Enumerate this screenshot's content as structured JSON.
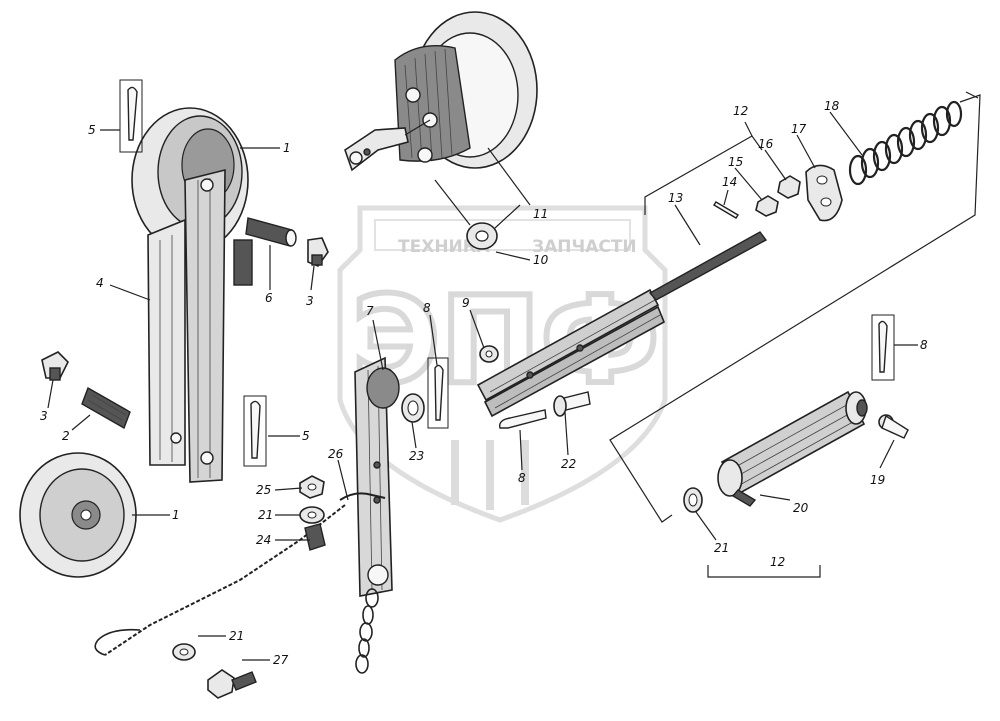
{
  "watermark": {
    "text_left": "ТЕХНИКА",
    "text_right": "ЗАПЧАСТИ",
    "logo_text": "ЭПФ"
  },
  "callouts": [
    {
      "id": "c1a",
      "text": "1"
    },
    {
      "id": "c1b",
      "text": "1"
    },
    {
      "id": "c2",
      "text": "2"
    },
    {
      "id": "c3a",
      "text": "3"
    },
    {
      "id": "c3b",
      "text": "3"
    },
    {
      "id": "c4",
      "text": "4"
    },
    {
      "id": "c5a",
      "text": "5"
    },
    {
      "id": "c5b",
      "text": "5"
    },
    {
      "id": "c6",
      "text": "6"
    },
    {
      "id": "c7",
      "text": "7"
    },
    {
      "id": "c8a",
      "text": "8"
    },
    {
      "id": "c8b",
      "text": "8"
    },
    {
      "id": "c8c",
      "text": "8"
    },
    {
      "id": "c9",
      "text": "9"
    },
    {
      "id": "c10",
      "text": "10"
    },
    {
      "id": "c11",
      "text": "11"
    },
    {
      "id": "c12a",
      "text": "12"
    },
    {
      "id": "c12b",
      "text": "12"
    },
    {
      "id": "c13",
      "text": "13"
    },
    {
      "id": "c14",
      "text": "14"
    },
    {
      "id": "c15",
      "text": "15"
    },
    {
      "id": "c16",
      "text": "16"
    },
    {
      "id": "c17",
      "text": "17"
    },
    {
      "id": "c18",
      "text": "18"
    },
    {
      "id": "c19",
      "text": "19"
    },
    {
      "id": "c20",
      "text": "20"
    },
    {
      "id": "c21a",
      "text": "21"
    },
    {
      "id": "c21b",
      "text": "21"
    },
    {
      "id": "c21c",
      "text": "21"
    },
    {
      "id": "c22",
      "text": "22"
    },
    {
      "id": "c23",
      "text": "23"
    },
    {
      "id": "c24",
      "text": "24"
    },
    {
      "id": "c25",
      "text": "25"
    },
    {
      "id": "c26",
      "text": "26"
    },
    {
      "id": "c27",
      "text": "27"
    }
  ]
}
